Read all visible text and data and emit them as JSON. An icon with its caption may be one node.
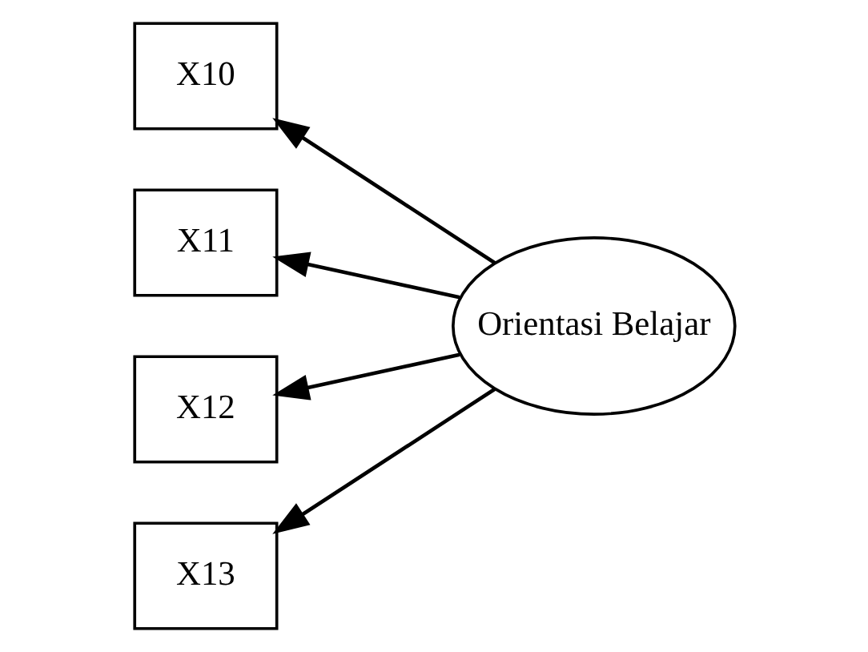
{
  "diagram": {
    "nodes": [
      {
        "text": [
          "X10"
        ]
      },
      {
        "text": [
          "X11"
        ]
      },
      {
        "text": [
          "X12"
        ]
      },
      {
        "text": [
          "X13"
        ]
      },
      {
        "text": [
          "Orientasi Belajar"
        ]
      }
    ],
    "edges": [
      {
        "from": 4,
        "to": 0,
        "arrow": "to"
      },
      {
        "from": 4,
        "to": 1,
        "arrow": "to"
      },
      {
        "from": 4,
        "to": 2,
        "arrow": "to"
      },
      {
        "from": 4,
        "to": 3,
        "arrow": "to"
      }
    ]
  }
}
